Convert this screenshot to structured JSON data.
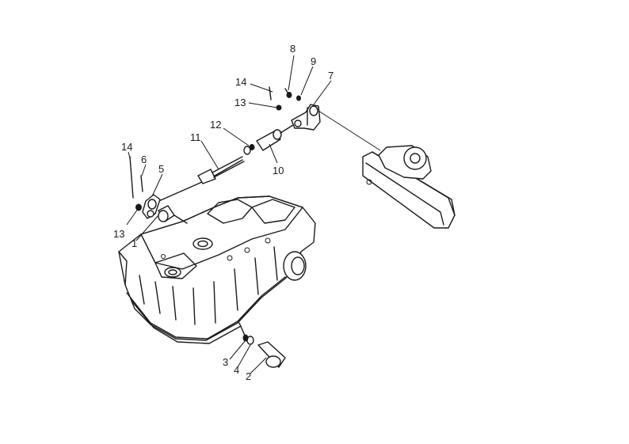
{
  "callouts": [
    {
      "id": "c1",
      "text": "1"
    },
    {
      "id": "c2",
      "text": "2"
    },
    {
      "id": "c3",
      "text": "3"
    },
    {
      "id": "c4",
      "text": "4"
    },
    {
      "id": "c5",
      "text": "5"
    },
    {
      "id": "c6",
      "text": "6"
    },
    {
      "id": "c7",
      "text": "7"
    },
    {
      "id": "c8",
      "text": "8"
    },
    {
      "id": "c9",
      "text": "9"
    },
    {
      "id": "c10",
      "text": "10"
    },
    {
      "id": "c11",
      "text": "11"
    },
    {
      "id": "c12",
      "text": "12"
    },
    {
      "id": "c13a",
      "text": "13"
    },
    {
      "id": "c13b",
      "text": "13"
    },
    {
      "id": "c14a",
      "text": "14"
    },
    {
      "id": "c14b",
      "text": "14"
    }
  ]
}
